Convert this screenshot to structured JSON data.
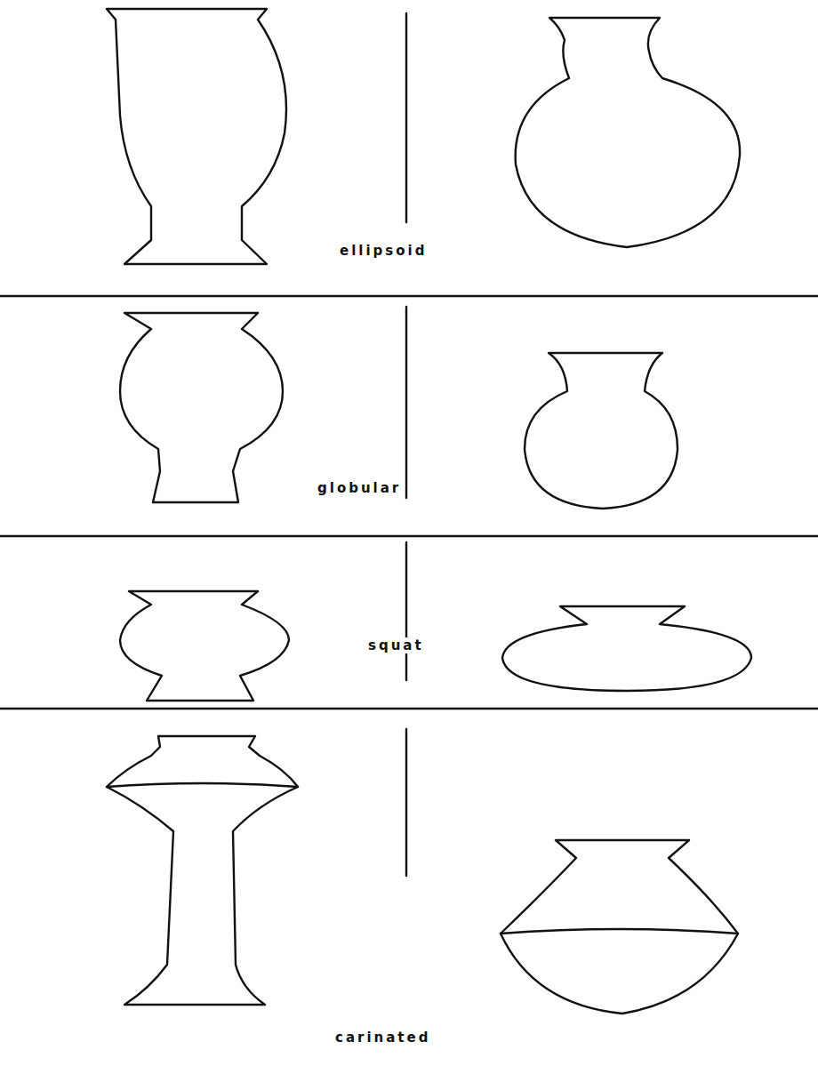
{
  "diagram": {
    "labels": [
      "ellipsoid",
      "globular",
      "squat",
      "carinated"
    ]
  }
}
